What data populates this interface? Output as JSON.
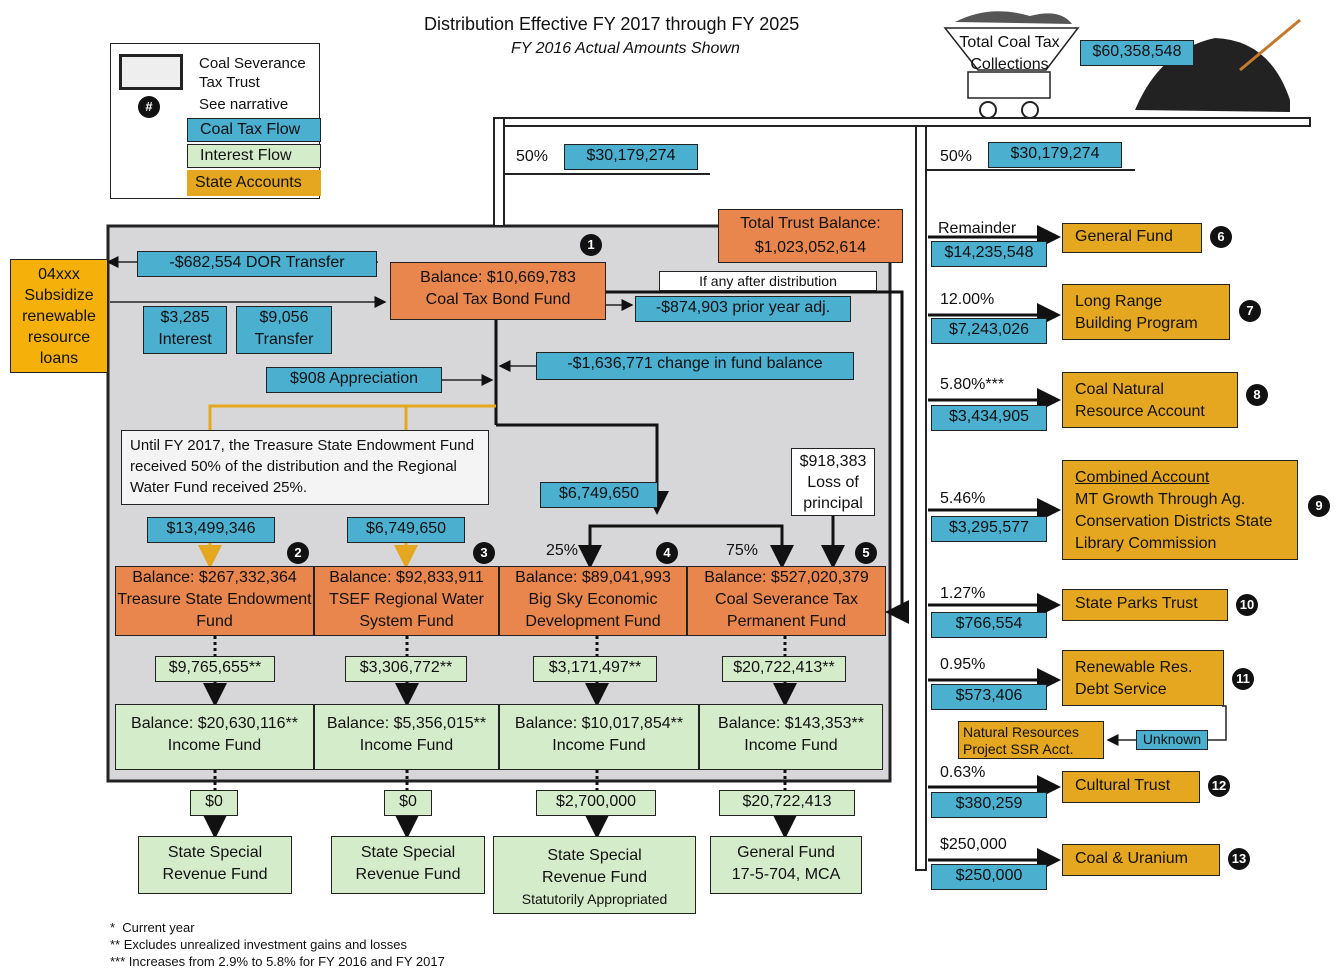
{
  "title": "Distribution Effective FY 2017 through FY 2025",
  "subtitle": "FY 2016 Actual Amounts Shown",
  "legend": {
    "trust": "Coal Severance Tax Trust",
    "narrative_marker": "#",
    "narrative": "See narrative",
    "coal_flow": "Coal Tax Flow",
    "interest_flow": "Interest  Flow",
    "state_accounts": "State Accounts"
  },
  "collections": {
    "label": "Total Coal Tax Collections",
    "amount": "$60,358,548"
  },
  "split_left": {
    "pct": "50%",
    "amount": "$30,179,274"
  },
  "split_right": {
    "pct": "50%",
    "amount": "$30,179,274"
  },
  "total_trust": {
    "label": "Total Trust Balance:",
    "amount": "$1,023,052,614"
  },
  "external_account": "04xxx Subsidize renewable resource loans",
  "dor_transfer": "-$682,554 DOR Transfer",
  "bond_interest": "$3,285 Interest",
  "bond_transfer": "$9,056 Transfer",
  "bond_fund": {
    "line1": "Balance: $10,669,783",
    "line2": "Coal Tax Bond Fund"
  },
  "after_distribution": "If any after distribution",
  "prior_year_adj": "-$874,903 prior year adj.",
  "change_fund_balance": "-$1,636,771 change in fund balance",
  "appreciation": "$908 Appreciation",
  "note": "Until FY 2017, the Treasure State Endowment Fund received 50% of the distribution and the Regional Water Fund received 25%.",
  "loss_principal": "$918,383 Loss of principal",
  "big_sky_distribution": "$6,749,650",
  "pct_25": "25%",
  "pct_75": "75%",
  "funds": [
    {
      "num": "2",
      "inflow": "$13,499,346",
      "balance": "Balance: $267,332,364",
      "name": "Treasure State Endowment Fund",
      "interest": "$9,765,655**",
      "income_balance": "Balance: $20,630,116**",
      "income_name": "Income Fund",
      "outflow": "$0",
      "dest": "State Special Revenue Fund",
      "dest_note": ""
    },
    {
      "num": "3",
      "inflow": "$6,749,650",
      "balance": "Balance: $92,833,911",
      "name": "TSEF Regional Water System Fund",
      "interest": "$3,306,772**",
      "income_balance": "Balance: $5,356,015**",
      "income_name": "Income Fund",
      "outflow": "$0",
      "dest": "State Special Revenue Fund",
      "dest_note": ""
    },
    {
      "num": "4",
      "inflow": "",
      "balance": "Balance: $89,041,993",
      "name": "Big Sky Economic Development Fund",
      "interest": "$3,171,497**",
      "income_balance": "Balance: $10,017,854**",
      "income_name": "Income Fund",
      "outflow": "$2,700,000",
      "dest": "State Special Revenue Fund",
      "dest_note": "Statutorily Appropriated"
    },
    {
      "num": "5",
      "inflow": "",
      "balance": "Balance: $527,020,379",
      "name": "Coal Severance Tax Permanent Fund",
      "interest": "$20,722,413**",
      "income_balance": "Balance: $143,353**",
      "income_name": "Income Fund",
      "outflow": "$20,722,413",
      "dest": "General Fund 17-5-704, MCA",
      "dest_note": ""
    }
  ],
  "accounts": [
    {
      "num": "6",
      "pct": "Remainder",
      "amount": "$14,235,548",
      "name": "General Fund"
    },
    {
      "num": "7",
      "pct": "12.00%",
      "amount": "$7,243,026",
      "name": "Long Range Building Program"
    },
    {
      "num": "8",
      "pct": "5.80%***",
      "amount": "$3,434,905",
      "name": "Coal Natural Resource Account"
    },
    {
      "num": "9",
      "pct": "5.46%",
      "amount": "$3,295,577",
      "name": "MT Growth Through Ag. Conservation Districts State Library Commission",
      "heading": "Combined Account"
    },
    {
      "num": "10",
      "pct": "1.27%",
      "amount": "$766,554",
      "name": "State Parks Trust"
    },
    {
      "num": "11",
      "pct": "0.95%",
      "amount": "$573,406",
      "name": "Renewable Res. Debt Service"
    },
    {
      "num": "12",
      "pct": "0.63%",
      "amount": "$380,259",
      "name": "Cultural Trust"
    },
    {
      "num": "13",
      "pct": "$250,000",
      "amount": "$250,000",
      "name": "Coal & Uranium"
    }
  ],
  "nr_project": "Natural Resources Project SSR Acct.",
  "unknown": "Unknown",
  "bond_marker": "1",
  "footnotes": [
    "*  Current year",
    "** Excludes unrealized investment gains and losses",
    "*** Increases from 2.9% to 5.8% for FY 2016 and FY 2017"
  ],
  "colors": {
    "coal_flow": "#4BAFD0",
    "interest": "#D5ECCB",
    "state": "#E6A720",
    "fund": "#E8864E"
  }
}
